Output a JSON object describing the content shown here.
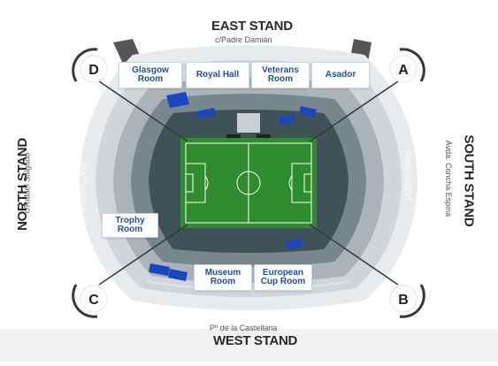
{
  "stands": {
    "east": {
      "title": "EAST STAND",
      "sub": "c/Padre Damián"
    },
    "west": {
      "title": "WEST STAND",
      "sub": "Pº de la Castellana"
    },
    "north": {
      "title": "NORTH STAND",
      "sub": "c/Rafael Salgado"
    },
    "south": {
      "title": "SOUTH STAND",
      "sub": "Avda. Concha Espina"
    }
  },
  "rooms": {
    "glasgow": "Glasgow\nRoom",
    "royal_hall": "Royal Hall",
    "veterans": "Veterans\nRoom",
    "asador": "Asador",
    "trophy": "Trophy Room",
    "museum": "Museum\nRoom",
    "european_cup": "European\nCup Room"
  },
  "gates": {
    "a": "A",
    "b": "B",
    "c": "C",
    "d": "D"
  },
  "brand": "Realmadrid",
  "colors": {
    "room_text": "#1f4fa3",
    "seat_blue": "#1a46c4",
    "pitch_green": "#2e8b2e",
    "tier_outer": "#e6e9eb",
    "tier_mid": "#b9c0c4",
    "tier_inner": "#5b6d73"
  }
}
